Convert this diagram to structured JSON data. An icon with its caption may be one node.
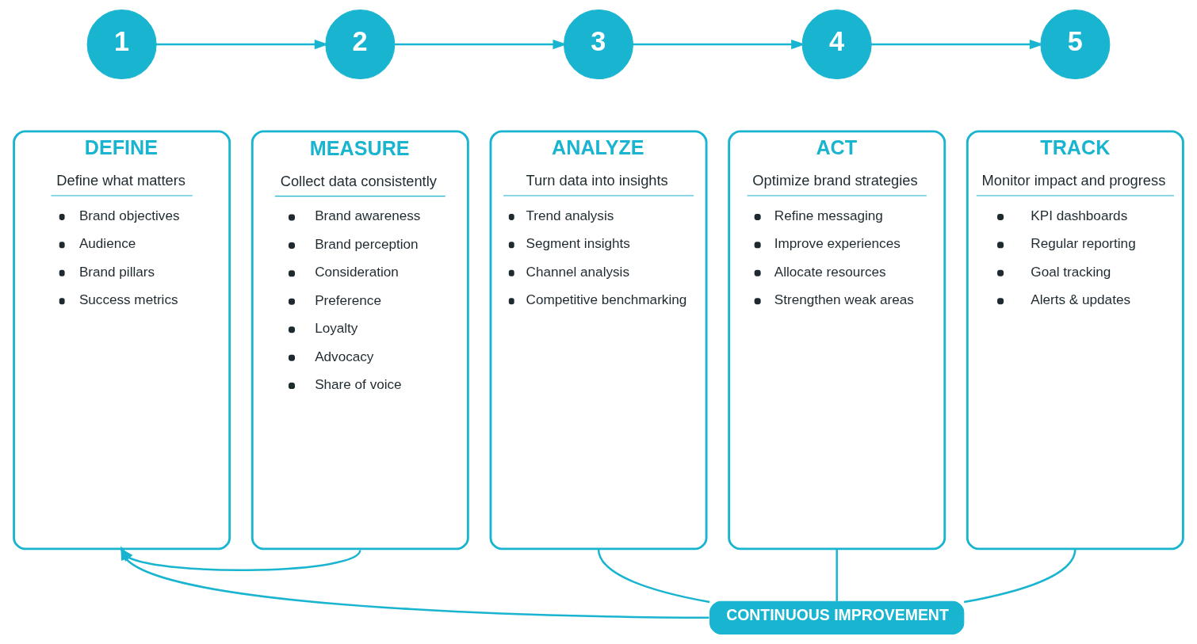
{
  "diagram": {
    "nodes": [
      {
        "text": [
          "1"
        ]
      },
      {
        "text": [
          "2"
        ]
      },
      {
        "text": [
          "3"
        ]
      },
      {
        "text": [
          "4"
        ]
      },
      {
        "text": [
          "5"
        ]
      },
      {
        "text": [
          "DEFINE",
          "Define what matters",
          "Brand objectives",
          "Audience",
          "Brand pillars",
          "Success metrics"
        ]
      },
      {
        "text": [
          "MEASURE",
          "Collect data consistently",
          "Brand awareness",
          "Brand perception",
          "Consideration",
          "Preference",
          "Loyalty",
          "Advocacy",
          "Share of voice"
        ]
      },
      {
        "text": [
          "ANALYZE",
          "Turn data into insights",
          "Trend analysis",
          "Segment insights",
          "Channel analysis",
          "Competitive benchmarking"
        ]
      },
      {
        "text": [
          "ACT",
          "Optimize brand strategies",
          "Refine messaging",
          "Improve experiences",
          "Allocate resources",
          "Strengthen weak areas"
        ]
      },
      {
        "text": [
          "TRACK",
          "Monitor impact and progress",
          "KPI dashboards",
          "Regular reporting",
          "Goal tracking",
          "Alerts & updates"
        ]
      },
      {
        "text": [
          "CONTINUOUS IMPROVEMENT"
        ]
      }
    ],
    "edges": [
      {
        "from": 0,
        "to": 1,
        "arrow": "to"
      },
      {
        "from": 1,
        "to": 2,
        "arrow": "to"
      },
      {
        "from": 2,
        "to": 3,
        "arrow": "to"
      },
      {
        "from": 3,
        "to": 4,
        "arrow": "to"
      },
      {
        "from": 6,
        "to": 5,
        "arrow": "to"
      },
      {
        "from": 7,
        "to": 10,
        "arrow": "none"
      },
      {
        "from": 8,
        "to": 10,
        "arrow": "none"
      },
      {
        "from": 9,
        "to": 10,
        "arrow": "none"
      },
      {
        "from": 10,
        "to": 5,
        "arrow": "to"
      }
    ]
  }
}
